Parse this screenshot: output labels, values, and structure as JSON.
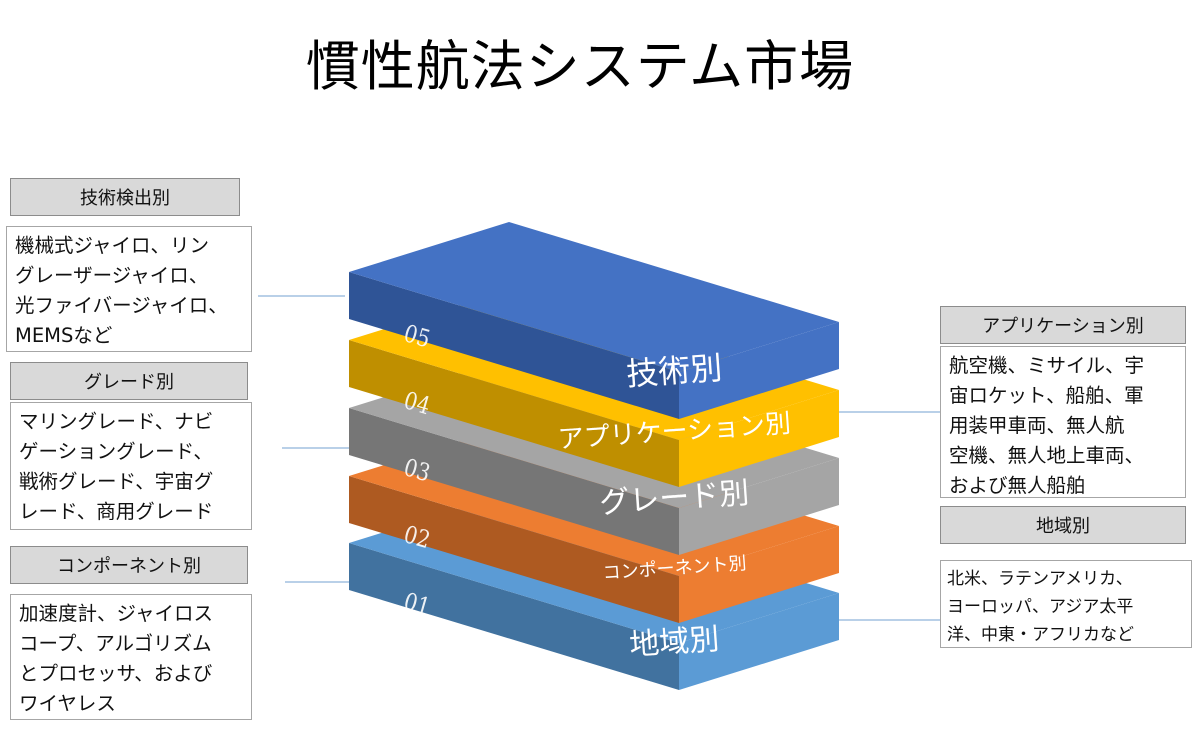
{
  "title": "慣性航法システム市場",
  "layers": [
    {
      "number": "01",
      "label": "地域別",
      "top": "#5b9bd5",
      "front": "#5b9bd5",
      "side": "#41729f"
    },
    {
      "number": "02",
      "label": "コンポーネント別",
      "top": "#ed7d31",
      "front": "#ed7d31",
      "side": "#ae5a21"
    },
    {
      "number": "03",
      "label": "グレード別",
      "top": "#a5a5a5",
      "front": "#a5a5a5",
      "side": "#767676"
    },
    {
      "number": "04",
      "label": "アプリケーション別",
      "top": "#ffc000",
      "front": "#ffc000",
      "side": "#bf8f00"
    },
    {
      "number": "05",
      "label": "技術別",
      "top": "#4472c4",
      "front": "#4472c4",
      "side": "#2f5496"
    }
  ],
  "panels": {
    "tech": {
      "header": "技術検出別",
      "text": "機械式ジャイロ、リン\nグレーザージャイロ、\n光ファイバージャイロ、\nMEMSなど"
    },
    "grade": {
      "header": "グレード別",
      "text": "マリングレード、ナビ\nゲーショングレード、\n戦術グレード、宇宙グ\nレード、商用グレード"
    },
    "component": {
      "header": "コンポーネント別",
      "text": "加速度計、ジャイロス\nコープ、アルゴリズム\nとプロセッサ、および\nワイヤレス"
    },
    "application": {
      "header": "アプリケーション別",
      "text": "航空機、ミサイル、宇\n宙ロケット、船舶、軍\n用装甲車両、無人航\n空機、無人地上車両、\nおよび無人船舶"
    },
    "region": {
      "header": "地域別",
      "text": "北米、ラテンアメリカ、\nヨーロッパ、アジア太平\n洋、中東・アフリカなど"
    }
  },
  "colors": {
    "connector": "#8fb4d9",
    "panel_header_bg": "#d9d9d9",
    "panel_border": "#a6a6a6"
  }
}
